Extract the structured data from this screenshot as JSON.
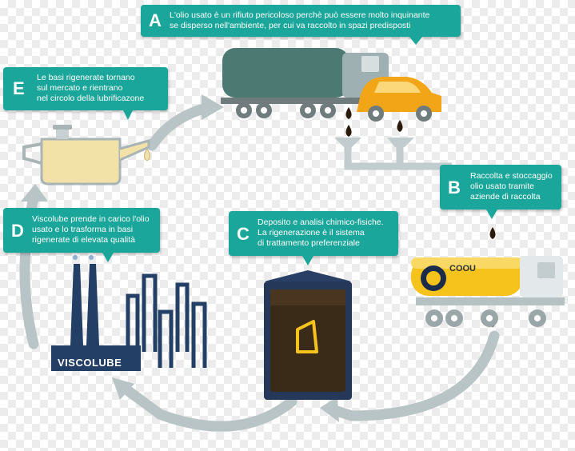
{
  "steps": {
    "A": {
      "letter": "A",
      "text": "L'olio usato è un rifiuto pericoloso perchè può essere molto inquinante\nse disperso nell'ambiente, per cui va raccolto in spazi predisposti"
    },
    "B": {
      "letter": "B",
      "text": "Raccolta e stoccaggio\nolio usato tramite\naziende di raccolta"
    },
    "C": {
      "letter": "C",
      "text": "Deposito e analisi chimico-fisiche.\nLa rigenerazione è il sistema\ndi trattamento preferenziale"
    },
    "D": {
      "letter": "D",
      "text": "Viscolube prende in carico l'olio\nusato e lo trasforma in basi\nrigenerate di elevata qualità"
    },
    "E": {
      "letter": "E",
      "text": "Le basi rigenerate tornano\nsul mercato e rientrano\nnel circolo della lubrificazone"
    }
  },
  "labels": {
    "viscolube_logo": "VISCOLUBE",
    "coou_logo": "COOU"
  },
  "colors": {
    "callout": "#1aa69a",
    "arrow": "#b9c4c6",
    "truck": "#4c7a72",
    "car": "#f2a516",
    "tanker_yellow": "#f6c21c",
    "factory": "#233f66",
    "oil_drop": "#2a1a0c"
  }
}
